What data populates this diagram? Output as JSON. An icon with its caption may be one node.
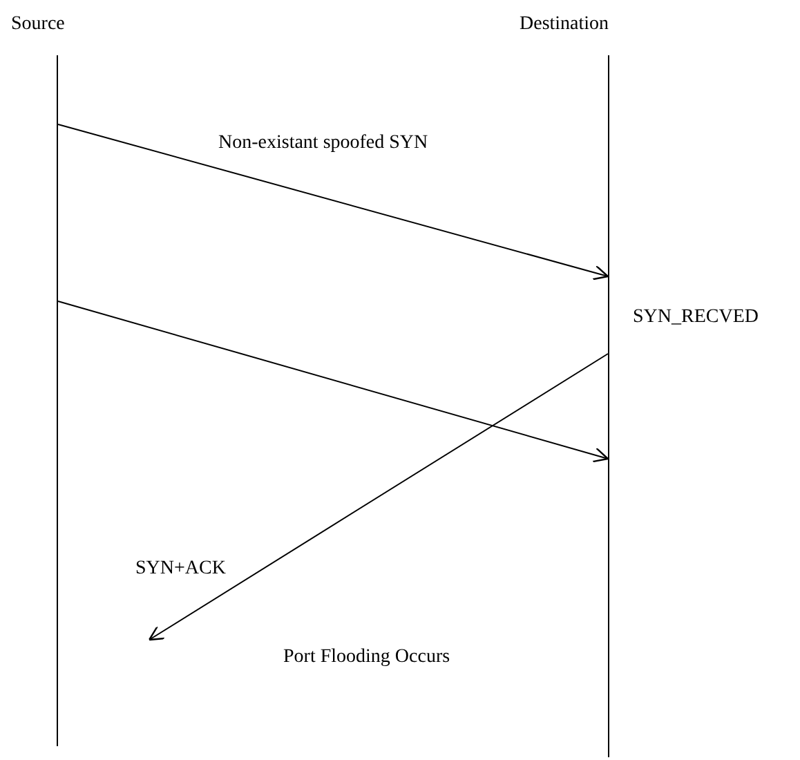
{
  "diagram": {
    "nodes": [
      {
        "text": [
          "Source"
        ]
      },
      {
        "text": [
          "Destination"
        ]
      },
      {
        "text": [],
        "shape": "bar"
      },
      {
        "text": [],
        "shape": "bar"
      }
    ],
    "edges": [
      {
        "from": 2,
        "to": 3,
        "arrow": "to",
        "label": "Non-existant spoofed SYN"
      },
      {
        "from": 2,
        "to": 3,
        "arrow": "to"
      },
      {
        "from": 3,
        "to": null,
        "arrow": "to",
        "label": "SYN+ACK"
      }
    ],
    "labels": [
      "SYN_RECVED",
      "Port Flooding Occurs"
    ]
  }
}
